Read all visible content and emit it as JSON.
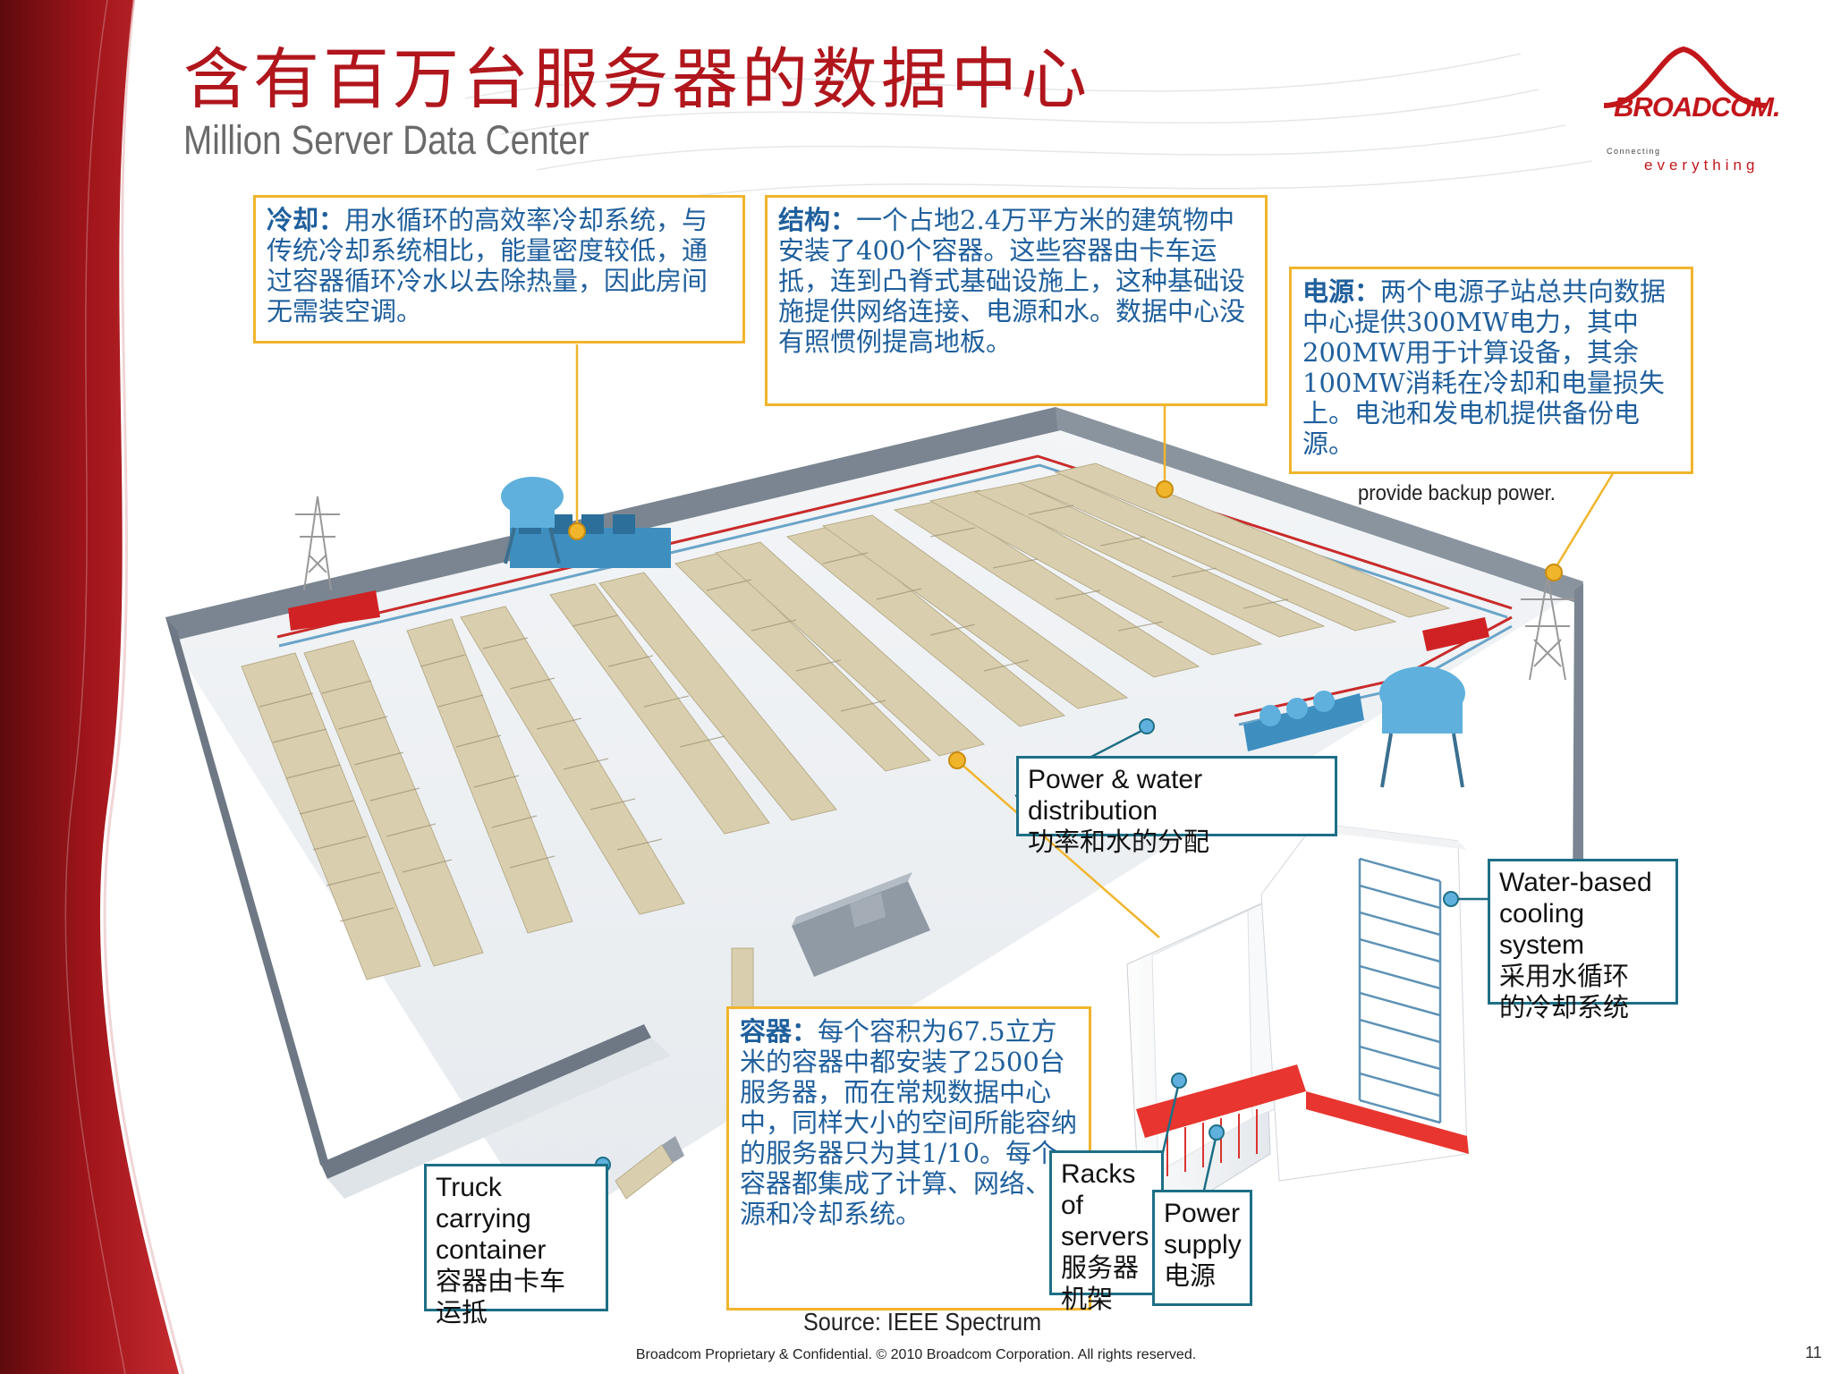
{
  "title": {
    "cn": "含有百万台服务器的数据中心",
    "en": "Million Server Data Center"
  },
  "logo": {
    "name": "BROADCOM.",
    "tagline_small": "Connecting",
    "tagline_large": "everything"
  },
  "callouts": {
    "cooling": {
      "label": "冷却：",
      "text": "用水循环的高效率冷却系统，与传统冷却系统相比，能量密度较低，通过容器循环冷水以去除热量，因此房间无需装空调。"
    },
    "structure": {
      "label": "结构：",
      "text": "一个占地2.4万平方米的建筑物中安装了400个容器。这些容器由卡车运抵，连到凸脊式基础设施上，这种基础设施提供网络连接、电源和水。数据中心没有照惯例提高地板。"
    },
    "power": {
      "label": "电源：",
      "text": "两个电源子站总共向数据中心提供300MW电力，其中200MW用于计算设备，其余100MW消耗在冷却和电量损失上。电池和发电机提供备份电源。"
    },
    "container": {
      "label": "容器：",
      "text": "每个容积为67.5立方米的容器中都安装了2500台服务器，而在常规数据中心中，同样大小的空间所能容纳的服务器只为其1/10。每个容器都集成了计算、网络、电源和冷却系统。"
    }
  },
  "labels": {
    "backup_power": "provide backup power.",
    "power_water": {
      "en": "Power & water distribution",
      "cn": "功率和水的分配"
    },
    "water_cooling": {
      "en1": "Water-based",
      "en2": "cooling system",
      "cn1": "采用水循环",
      "cn2": "的冷却系统"
    },
    "truck": {
      "en1": "Truck carrying",
      "en2": "container",
      "cn1": "容器由卡车",
      "cn2": "运抵"
    },
    "racks": {
      "en1": "Racks of",
      "en2": "servers",
      "cn1": "服务器",
      "cn2": "机架"
    },
    "power_supply": {
      "en1": "Power",
      "en2": "supply",
      "cn": "电源"
    }
  },
  "source": "Source: IEEE Spectrum",
  "footer": "Broadcom Proprietary & Confidential.  © 2010 Broadcom Corporation.  All rights reserved.",
  "page_number": "11",
  "colors": {
    "title_red": "#b0161c",
    "callout_gold": "#f1b52c",
    "callout_teal": "#1d6f86",
    "callout_text_blue": "#1f5f9c",
    "container_tan": "#d9cfae",
    "wall_gray": "#6f7a86"
  }
}
